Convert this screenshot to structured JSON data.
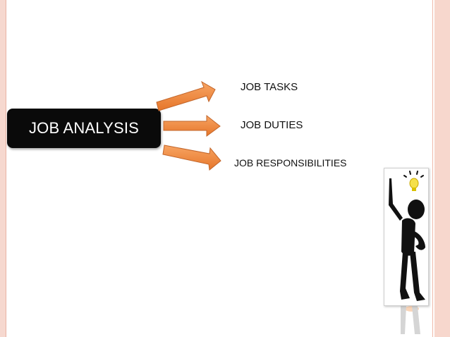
{
  "diagram": {
    "source": {
      "label": "JOB ANALYSIS"
    },
    "targets": [
      {
        "label": "JOB TASKS"
      },
      {
        "label": "JOB DUTIES"
      },
      {
        "label": "JOB RESPONSIBILITIES"
      }
    ]
  },
  "colors": {
    "arrow_fill": "#f08a3a",
    "arrow_stroke": "#c2652a",
    "box_fill": "#0a0a0a",
    "box_text": "#ffffff",
    "border_accent": "#f7d7cd"
  },
  "illustration": {
    "icon": "thinking-person-lightbulb-icon"
  }
}
